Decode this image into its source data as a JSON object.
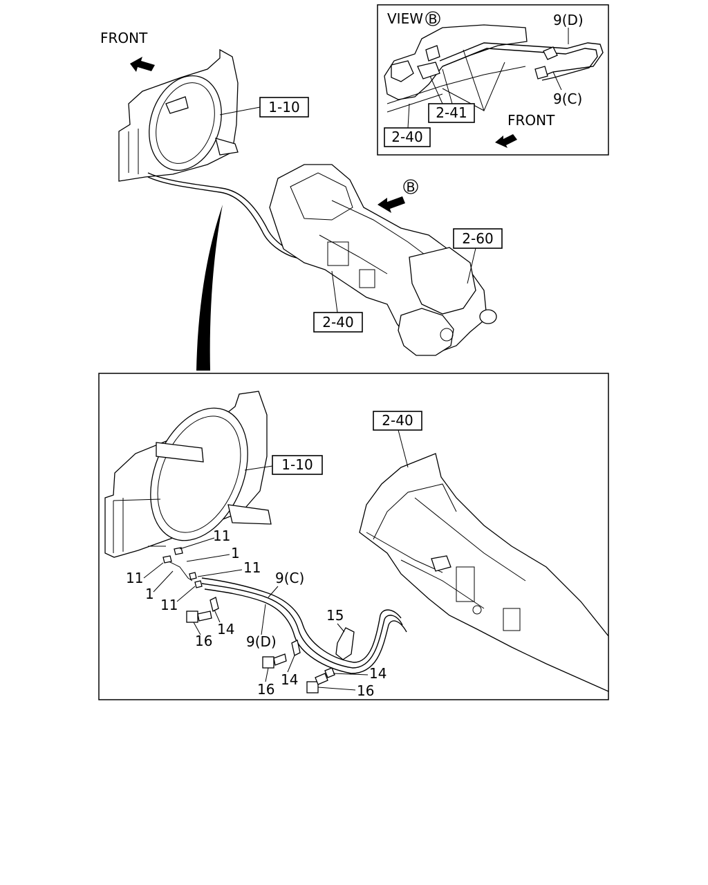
{
  "labels": {
    "front_top": "FRONT",
    "front_inset": "FRONT",
    "view_text": "VIEW",
    "view_circle": "B",
    "b_marker": "B",
    "top": {
      "ref_1_10": "1-10",
      "ref_2_60": "2-60",
      "ref_2_40": "2-40"
    },
    "inset": {
      "ref_9d": "9(D)",
      "ref_9c": "9(C)",
      "ref_2_41": "2-41",
      "ref_2_40": "2-40"
    },
    "detail": {
      "ref_2_40": "2-40",
      "ref_1_10": "1-10",
      "p11_a": "11",
      "p1_a": "1",
      "p11_b": "11",
      "p11_c": "11",
      "p1_b": "1",
      "p11_d": "11",
      "p9c": "9(C)",
      "p14_a": "14",
      "p16_a": "16",
      "p9d": "9(D)",
      "p15": "15",
      "p14_b": "14",
      "p14_c": "14",
      "p16_b": "16",
      "p16_c": "16"
    }
  }
}
